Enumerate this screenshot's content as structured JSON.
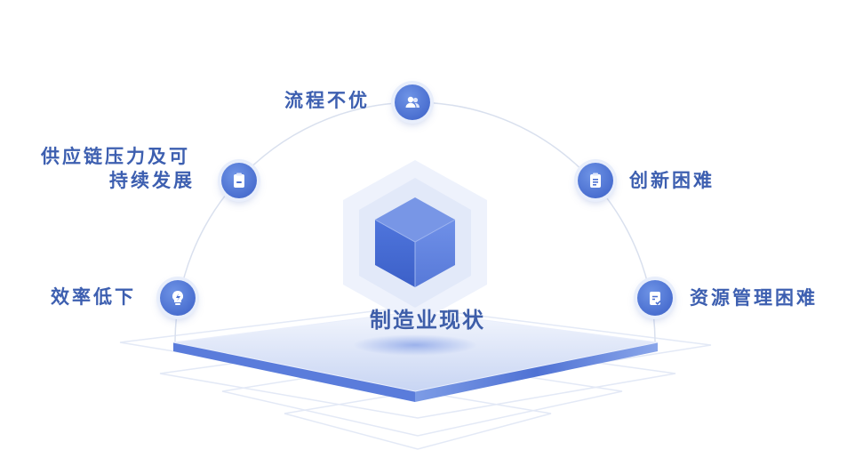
{
  "diagram": {
    "center_label": "制造业现状",
    "nodes": [
      {
        "id": "efficiency",
        "label": "效率低下",
        "icon": "lightbulb-gear-icon"
      },
      {
        "id": "supply",
        "label_line1": "供应链压力及可",
        "label_line2": "持续发展",
        "icon": "clipboard-icon"
      },
      {
        "id": "process",
        "label": "流程不优",
        "icon": "users-icon"
      },
      {
        "id": "innovation",
        "label": "创新困难",
        "icon": "document-icon"
      },
      {
        "id": "resource",
        "label": "资源管理困难",
        "icon": "checklist-icon"
      }
    ]
  },
  "colors": {
    "accent": "#4a6fd0",
    "text": "#3d5fb0",
    "arc": "#d6deee"
  }
}
